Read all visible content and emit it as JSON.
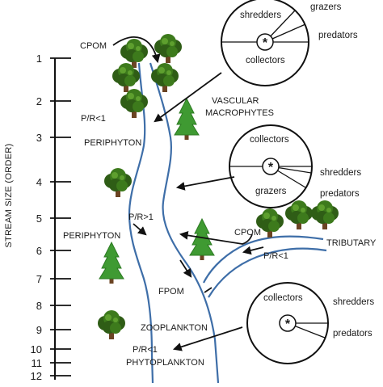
{
  "axis": {
    "title": "STREAM SIZE (ORDER)",
    "ticks": [
      "1",
      "2",
      "3",
      "4",
      "5",
      "6",
      "7",
      "8",
      "9",
      "10",
      "11",
      "12"
    ]
  },
  "labels": {
    "cpom_top": "CPOM",
    "pr_lt1_top": "P/R<1",
    "periphyton_top": "PERIPHYTON",
    "vascular": "VASCULAR",
    "macrophytes": "MACROPHYTES",
    "pr_gt1": "P/R>1",
    "periphyton_mid": "PERIPHYTON",
    "cpom_trib": "CPOM",
    "tributary": "TRIBUTARY",
    "pr_lt1_trib": "P/R<1",
    "fpom": "FPOM",
    "zooplankton": "ZOOPLANKTON",
    "pr_lt1_bottom": "P/R<1",
    "phytoplankton": "PHYTOPLANKTON"
  },
  "wheels": [
    {
      "labels": {
        "shredders": "shredders",
        "grazers": "grazers",
        "predators": "predators",
        "collectors": "collectors"
      }
    },
    {
      "labels": {
        "collectors": "collectors",
        "shredders": "shredders",
        "grazers": "grazers",
        "predators": "predators"
      }
    },
    {
      "labels": {
        "collectors": "collectors",
        "shredders": "shredders",
        "predators": "predators"
      }
    }
  ],
  "colors": {
    "river": "#3e6ea8",
    "tree_dark": "#2f5d16",
    "tree_light": "#4f8f25",
    "conifer": "#3f9a32",
    "trunk": "#6b4423"
  }
}
